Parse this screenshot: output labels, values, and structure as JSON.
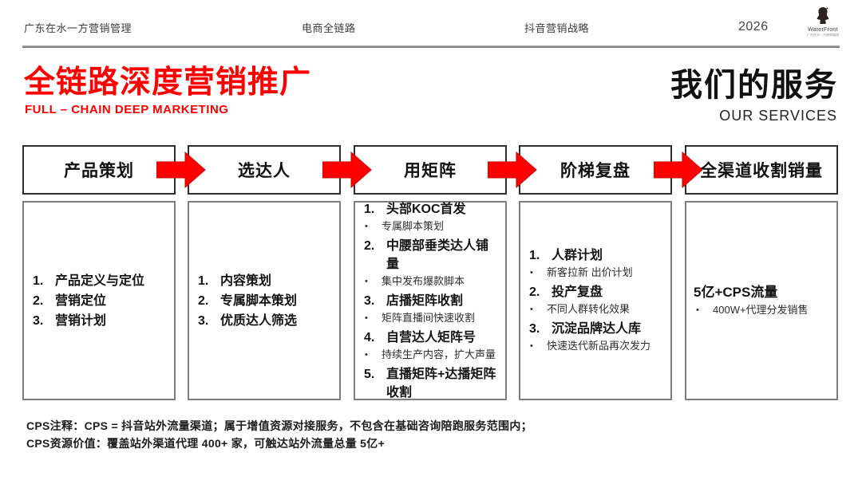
{
  "header": {
    "nav": [
      "广东在水一方营销管理",
      "电商全链路",
      "抖音营销战略",
      "2026"
    ],
    "logo": {
      "name": "WaterFront",
      "sub": "广东在水一方营销管理"
    }
  },
  "title": {
    "main": "全链路深度营销推广",
    "sub": "FULL – CHAIN DEEP MARKETING",
    "accent_color": "#ff0000"
  },
  "services_title": {
    "main": "我们的服务",
    "sub": "OUR SERVICES"
  },
  "process": {
    "arrow_color": "#ff0000",
    "columns": [
      {
        "title": "产品策划",
        "items": [
          {
            "type": "num",
            "marker": "1.",
            "text": "产品定义与定位"
          },
          {
            "type": "num",
            "marker": "2.",
            "text": "营销定位"
          },
          {
            "type": "num",
            "marker": "3.",
            "text": "营销计划"
          }
        ]
      },
      {
        "title": "选达人",
        "items": [
          {
            "type": "num",
            "marker": "1.",
            "text": "内容策划"
          },
          {
            "type": "num",
            "marker": "2.",
            "text": "专属脚本策划"
          },
          {
            "type": "num",
            "marker": "3.",
            "text": "优质达人筛选"
          }
        ]
      },
      {
        "title": "用矩阵",
        "items": [
          {
            "type": "num",
            "marker": "1.",
            "text": "头部KOC首发"
          },
          {
            "type": "bullet",
            "marker": "•",
            "text": "专属脚本策划"
          },
          {
            "type": "num",
            "marker": "2.",
            "text": "中腰部垂类达人铺量"
          },
          {
            "type": "bullet",
            "marker": "•",
            "text": "集中发布爆款脚本"
          },
          {
            "type": "num",
            "marker": "3.",
            "text": "店播矩阵收割"
          },
          {
            "type": "bullet",
            "marker": "•",
            "text": "矩阵直播间快速收割"
          },
          {
            "type": "num",
            "marker": "4.",
            "text": "自营达人矩阵号"
          },
          {
            "type": "bullet",
            "marker": "•",
            "text": "持续生产内容，扩大声量"
          },
          {
            "type": "num",
            "marker": "5.",
            "text": "直播矩阵+达播矩阵收割"
          }
        ]
      },
      {
        "title": "阶梯复盘",
        "items": [
          {
            "type": "num",
            "marker": "1.",
            "text": "人群计划"
          },
          {
            "type": "bullet",
            "marker": "•",
            "text": "新客拉新 出价计划"
          },
          {
            "type": "num",
            "marker": "2.",
            "text": "投产复盘"
          },
          {
            "type": "bullet",
            "marker": "•",
            "text": "不同人群转化效果"
          },
          {
            "type": "num",
            "marker": "3.",
            "text": "沉淀品牌达人库"
          },
          {
            "type": "bullet",
            "marker": "•",
            "text": "快速迭代新品再次发力"
          }
        ]
      },
      {
        "title": "全渠道收割销量",
        "items": [
          {
            "type": "head",
            "marker": "",
            "text": "5亿+CPS流量"
          },
          {
            "type": "bullet",
            "marker": "•",
            "text": "400W+代理分发销售"
          }
        ]
      }
    ]
  },
  "footnotes": [
    "CPS注释：CPS = 抖音站外流量渠道；属于增值资源对接服务，不包含在基础咨询陪跑服务范围内；",
    "CPS资源价值：覆盖站外渠道代理 400+ 家，可触达站外流量总量 5亿+"
  ]
}
